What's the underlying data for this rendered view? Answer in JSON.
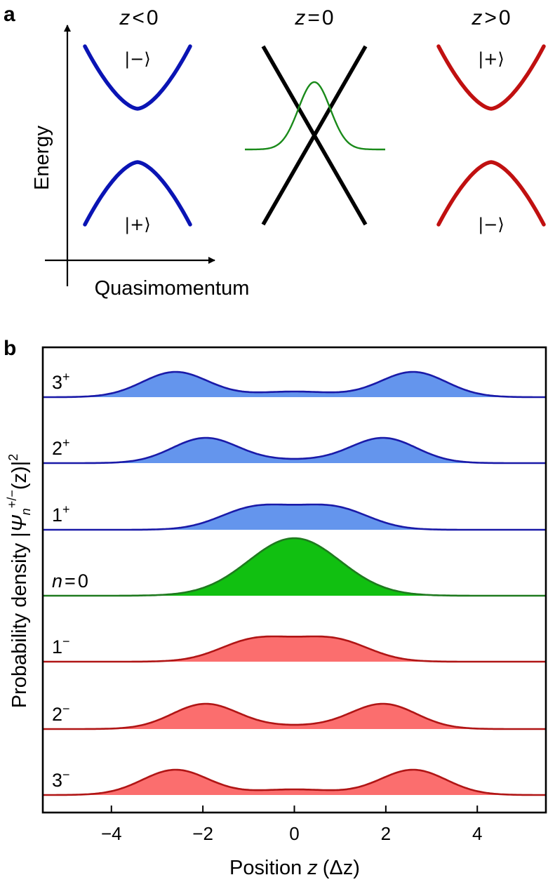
{
  "panel_a": {
    "letter": "a",
    "titles": [
      {
        "var": "z",
        "op": "<",
        "num": "0"
      },
      {
        "var": "z",
        "op": "=",
        "num": "0"
      },
      {
        "var": "z",
        "op": ">",
        "num": "0"
      }
    ],
    "ket_minus": "|−⟩",
    "ket_plus": "|+⟩",
    "ylabel": "Energy",
    "xlabel": "Quasimomentum",
    "colors": {
      "left": "#0a14b4",
      "middle": "#000000",
      "right": "#c01010",
      "packet": "#1a8a1a"
    }
  },
  "chart_data": {
    "type": "area",
    "letter": "b",
    "xlabel_prefix": "Position ",
    "xlabel_var": "z",
    "xlabel_unit": "(Δz)",
    "ylabel_text": "Probability density |",
    "ylabel_psi": "Ψ",
    "ylabel_n": "n",
    "ylabel_sup": "+/−",
    "ylabel_tail": "(z)|",
    "ylabel_exp": "2",
    "xlim": [
      -5.5,
      5.5
    ],
    "xticks": [
      -4,
      -2,
      0,
      2,
      4
    ],
    "xtick_labels": [
      "−4",
      "−2",
      "0",
      "2",
      "4"
    ],
    "series": [
      {
        "num": "3",
        "sup": "+",
        "color": "blue",
        "peaks": [
          -2.6,
          2.6
        ],
        "center_level": 0.22
      },
      {
        "num": "2",
        "sup": "+",
        "color": "blue",
        "peaks": [
          -1.95,
          1.95
        ],
        "center_level": 0.12
      },
      {
        "num": "1",
        "sup": "+",
        "color": "blue",
        "peaks": [
          -1.0,
          1.0
        ],
        "center_level": 0.86
      },
      {
        "num_prefix": "n",
        "num": "0",
        "sup": "",
        "color": "green",
        "peaks": [
          0.0
        ],
        "center_level": 1.0
      },
      {
        "num": "1",
        "sup": "−",
        "color": "red",
        "peaks": [
          -1.0,
          1.0
        ],
        "center_level": 0.86
      },
      {
        "num": "2",
        "sup": "−",
        "color": "red",
        "peaks": [
          -1.95,
          1.95
        ],
        "center_level": 0.12
      },
      {
        "num": "3",
        "sup": "−",
        "color": "red",
        "peaks": [
          -2.6,
          2.6
        ],
        "center_level": 0.22
      }
    ],
    "palette": {
      "blue": {
        "line": "#1a1aa8",
        "fill": "#6495ed"
      },
      "green": {
        "line": "#1f7a1f",
        "fill": "#11c011"
      },
      "red": {
        "line": "#b01515",
        "fill": "#fb6e6e"
      }
    }
  }
}
